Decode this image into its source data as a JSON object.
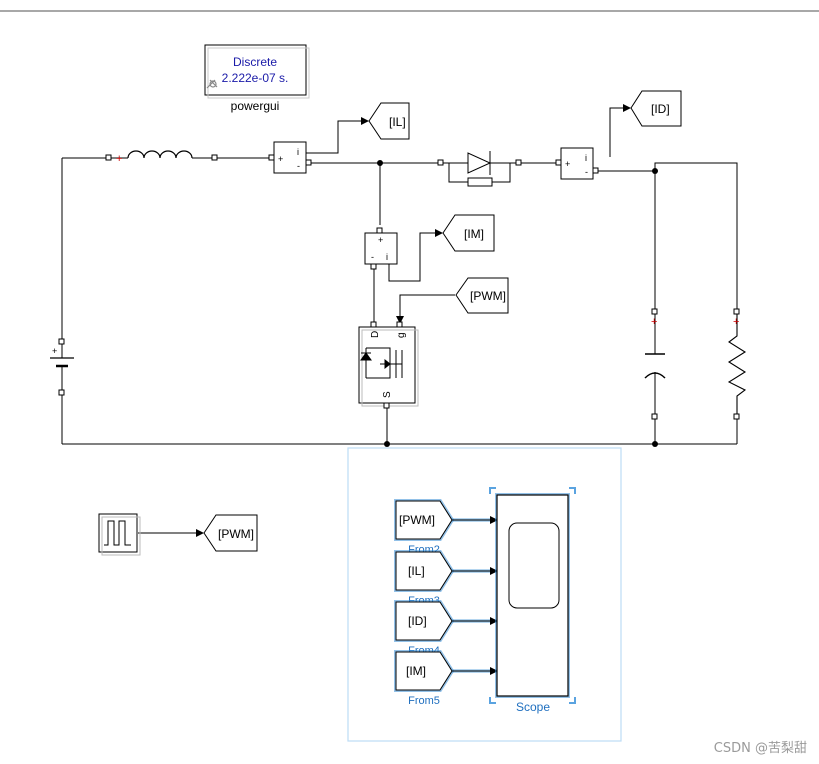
{
  "powergui": {
    "line1": "Discrete",
    "line2": "2.222e-07 s.",
    "name": "powergui"
  },
  "measure": {
    "plus": "+",
    "minus": "-",
    "i": "i"
  },
  "mosfet": {
    "d": "D",
    "g": "g",
    "s": "S"
  },
  "gotos": {
    "il": "[IL]",
    "id": "[ID]",
    "im": "[IM]",
    "pwm_top": "[PWM]",
    "pwm_bottom": "[PWM]"
  },
  "froms": [
    {
      "tag": "[PWM]",
      "name": "From2"
    },
    {
      "tag": "[IL]",
      "name": "From3"
    },
    {
      "tag": "[ID]",
      "name": "From4"
    },
    {
      "tag": "[IM]",
      "name": "From5"
    }
  ],
  "scope": {
    "name": "Scope"
  },
  "watermark": "CSDN @苦梨甜",
  "colors": {
    "wire": "#000000",
    "selection": "#3a8fd6",
    "selection_light": "#bcdcf5",
    "label_blue": "#1f6fbf",
    "powergui_text": "#1a1aa8",
    "port_red": "#cc0000"
  }
}
